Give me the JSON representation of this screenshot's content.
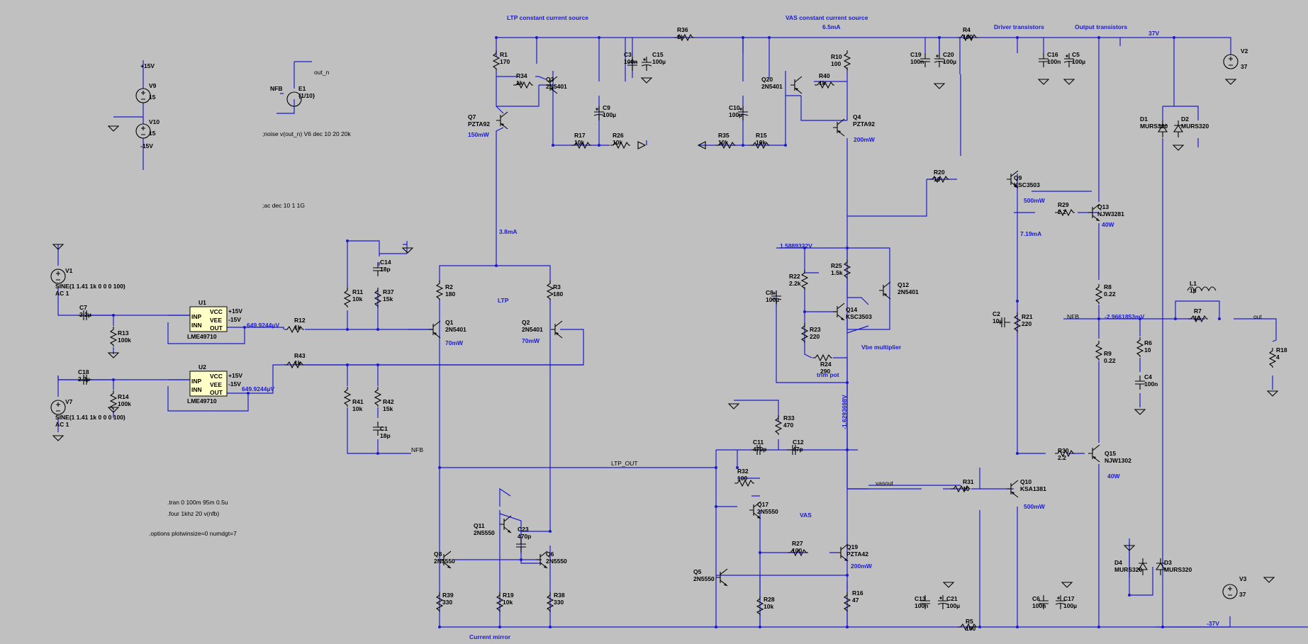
{
  "headers": {
    "ltp_ccs": "LTP constant current source",
    "vas_ccs": "VAS constant current source",
    "vas_ccs_current": "6.5mA",
    "driver": "Driver transistors",
    "output": "Output transistors",
    "rail_pos": "37V",
    "rail_neg": "-37V",
    "ltp": "LTP",
    "ltp_out": "LTP_OUT",
    "vbe_mult": "Vbe multiplier",
    "trim_pot": "trim pot",
    "vas": "VAS",
    "current_mirror": "Current mirror",
    "vasout": "vasout",
    "nfb": "NFB",
    "out": "out",
    "out_n": "out_n"
  },
  "directives": {
    "noise": ";noise v(out_n) V6 dec 10 20 20k",
    "ac": ";ac dec 10 1 1G",
    "tran": ".tran 0 100m 95m 0.5u",
    "four": ".four 1khz 20 v(nfb)",
    "options": ".options plotwinsize=0 numdgt=7"
  },
  "readouts": {
    "i_ltp": "3.8mA",
    "i_out": "7.19mA",
    "v_vbe": "1.5889322V",
    "v_vas": "-1.6293698V",
    "v_nfb": "-2.9661853mV",
    "v_u1": "649.9244µV",
    "v_u2": "649.9244µV",
    "p_q7": "150mW",
    "p_q4": "200mW",
    "p_q1": "70mW",
    "p_q2": "70mW",
    "p_q9": "500mW",
    "p_q10": "500mW",
    "p_q13": "40W",
    "p_q15": "40W",
    "p_q19": "200mW"
  },
  "components": {
    "R1": [
      "R1",
      "170"
    ],
    "R34": [
      "R34",
      "1k"
    ],
    "R36": [
      "R36",
      "1k"
    ],
    "R10": [
      "R10",
      "100"
    ],
    "R40": [
      "R40",
      "1k"
    ],
    "R4": [
      "R4",
      "100"
    ],
    "R17": [
      "R17",
      "10k"
    ],
    "R26": [
      "R26",
      "10k"
    ],
    "R35": [
      "R35",
      "10k"
    ],
    "R15": [
      "R15",
      "10k"
    ],
    "R20": [
      "R20",
      "10"
    ],
    "R29": [
      "R29",
      "2.2"
    ],
    "R8": [
      "R8",
      "0.22"
    ],
    "R9": [
      "R9",
      "0.22"
    ],
    "R30": [
      "R30",
      "2.2"
    ],
    "R31": [
      "R31",
      "10"
    ],
    "R21": [
      "R21",
      "220"
    ],
    "R25": [
      "R25",
      "1.5k"
    ],
    "R22": [
      "R22",
      "2.2k"
    ],
    "R23": [
      "R23",
      "220"
    ],
    "R24": [
      "R24",
      "290"
    ],
    "R2": [
      "R2",
      "180"
    ],
    "R3": [
      "R3",
      "180"
    ],
    "R11": [
      "R11",
      "10k"
    ],
    "R37": [
      "R37",
      "15k"
    ],
    "R12": [
      "R12",
      "1k"
    ],
    "R13": [
      "R13",
      "100k"
    ],
    "R14": [
      "R14",
      "100k"
    ],
    "R43": [
      "R43",
      "1k"
    ],
    "R41": [
      "R41",
      "10k"
    ],
    "R42": [
      "R42",
      "15k"
    ],
    "R33": [
      "R33",
      "470"
    ],
    "R32": [
      "R32",
      "100"
    ],
    "R27": [
      "R27",
      "100"
    ],
    "R28": [
      "R28",
      "10k"
    ],
    "R16": [
      "R16",
      "47"
    ],
    "R39": [
      "R39",
      "330"
    ],
    "R19": [
      "R19",
      "10k"
    ],
    "R38": [
      "R38",
      "330"
    ],
    "R5": [
      "R5",
      "100"
    ],
    "R6": [
      "R6",
      "10"
    ],
    "R7": [
      "R7",
      "10"
    ],
    "R18": [
      "R18",
      "4"
    ],
    "C3": [
      "C3",
      "100n"
    ],
    "C15": [
      "C15",
      "100µ"
    ],
    "C9": [
      "C9",
      "100µ"
    ],
    "C10": [
      "C10",
      "100µ"
    ],
    "C19": [
      "C19",
      "100n"
    ],
    "C20": [
      "C20",
      "100µ"
    ],
    "C16": [
      "C16",
      "100n"
    ],
    "C5": [
      "C5",
      "100µ"
    ],
    "C14": [
      "C14",
      "18p"
    ],
    "C1": [
      "C1",
      "18p"
    ],
    "C7": [
      "C7",
      "2.2µ"
    ],
    "C18": [
      "C18",
      "2.2µ"
    ],
    "C8": [
      "C8",
      "100µ"
    ],
    "C2": [
      "C2",
      "10µ"
    ],
    "C4": [
      "C4",
      "100n"
    ],
    "C11": [
      "C11",
      "470p"
    ],
    "C12": [
      "C12",
      "47p"
    ],
    "C23": [
      "C23",
      "470p"
    ],
    "C13": [
      "C13",
      "100n"
    ],
    "C21": [
      "C21",
      "100µ"
    ],
    "C6": [
      "C6",
      "100n"
    ],
    "C17": [
      "C17",
      "100µ"
    ],
    "L1": [
      "L1",
      "1µ"
    ],
    "Q7": [
      "Q7",
      "PZTA92"
    ],
    "Q3": [
      "Q3",
      "2N5401"
    ],
    "Q20": [
      "Q20",
      "2N5401"
    ],
    "Q4": [
      "Q4",
      "PZTA92"
    ],
    "Q9": [
      "Q9",
      "KSC3503"
    ],
    "Q13": [
      "Q13",
      "NJW3281"
    ],
    "Q12": [
      "Q12",
      "2N5401"
    ],
    "Q14": [
      "Q14",
      "KSC3503"
    ],
    "Q1": [
      "Q1",
      "2N5401"
    ],
    "Q2": [
      "Q2",
      "2N5401"
    ],
    "Q15": [
      "Q15",
      "NJW1302"
    ],
    "Q10": [
      "Q10",
      "KSA1381"
    ],
    "Q17": [
      "Q17",
      "2N5550"
    ],
    "Q19": [
      "Q19",
      "PZTA42"
    ],
    "Q5": [
      "Q5",
      "2N5550"
    ],
    "Q11": [
      "Q11",
      "2N5550"
    ],
    "Q8": [
      "Q8",
      "2N5550"
    ],
    "Q6": [
      "Q6",
      "2N5550"
    ],
    "D1": [
      "D1",
      "MURS320"
    ],
    "D2": [
      "D2",
      "MURS320"
    ],
    "D3": [
      "D3",
      "MURS320"
    ],
    "D4": [
      "D4",
      "MURS320"
    ],
    "V1": [
      "V1",
      "SINE(1 1.41 1k 0 0 0 100)",
      "AC 1"
    ],
    "V7": [
      "V7",
      "SINE(1 1.41 1k 0 0 0 100)",
      "AC 1"
    ],
    "V9": [
      "V9",
      "15",
      "+15V"
    ],
    "V10": [
      "V10",
      "15",
      "-15V"
    ],
    "V2": [
      "V2",
      "37"
    ],
    "V3": [
      "V3",
      "37"
    ],
    "U1": [
      "U1",
      "LME49710"
    ],
    "U2": [
      "U2",
      "LME49710"
    ],
    "E1": [
      "E1",
      "{1/10}",
      "NFB"
    ]
  },
  "opamp_pins": {
    "inp": "INP",
    "inn": "INN",
    "vcc": "VCC",
    "vee": "VEE",
    "out": "OUT",
    "p15": "+15V",
    "m15": "-15V"
  }
}
